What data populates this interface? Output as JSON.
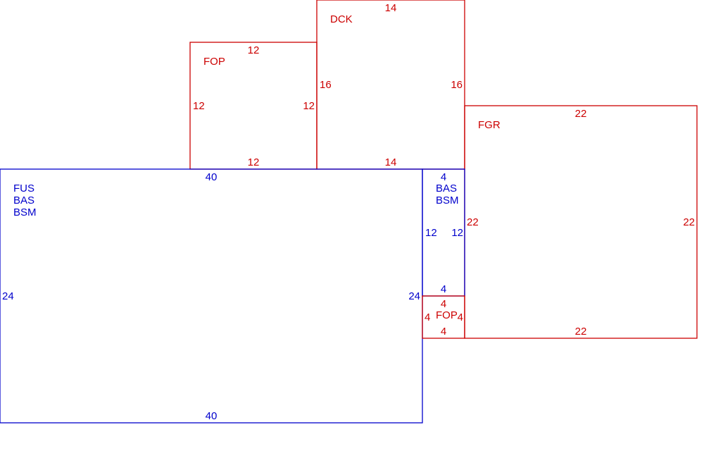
{
  "colors": {
    "living": "#0000cc",
    "exterior": "#cc0000"
  },
  "areas": {
    "main": {
      "codes": [
        "FUS",
        "BAS",
        "BSM"
      ],
      "top": "40",
      "bottom": "40",
      "left": "24",
      "right": "24"
    },
    "bay": {
      "codes": [
        "BAS",
        "BSM"
      ],
      "top": "4",
      "bottom": "4",
      "left": "12",
      "right": "12"
    },
    "porch_small": {
      "code": "FOP",
      "top": "4",
      "bottom": "4",
      "left": "4",
      "right": "4"
    },
    "porch_front": {
      "code": "FOP",
      "top": "12",
      "bottom": "12",
      "left": "12",
      "right": "12"
    },
    "deck": {
      "code": "DCK",
      "top": "14",
      "bottom": "14",
      "left": "16",
      "right": "16"
    },
    "garage": {
      "code": "FGR",
      "top": "22",
      "bottom": "22",
      "left": "22",
      "right": "22"
    }
  }
}
